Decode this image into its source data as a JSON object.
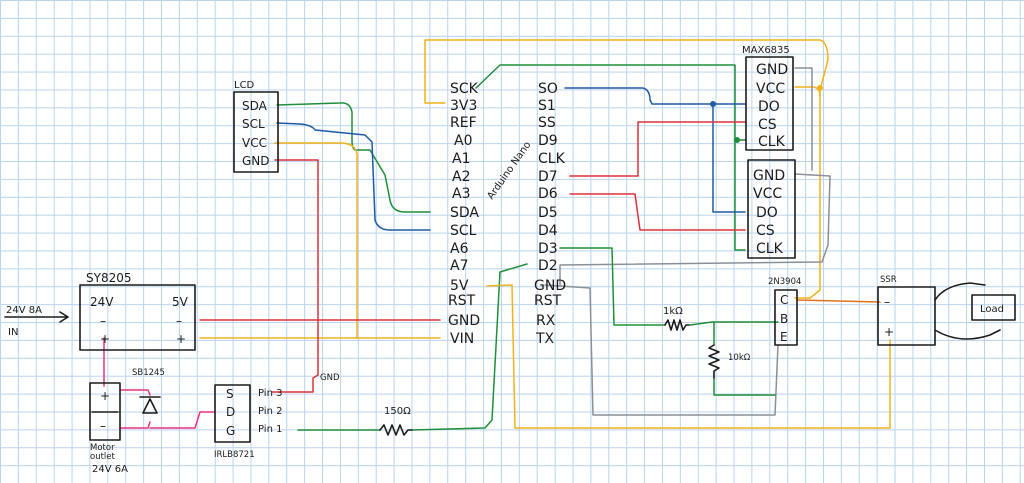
{
  "colors": {
    "ink": "#1c1c1c",
    "green": "#1f8f3a",
    "blue": "#1e5aa8",
    "red": "#e0303a",
    "yellow": "#f2b21c",
    "gray": "#8a9099",
    "orange": "#e2731c",
    "pink": "#e8337e",
    "grid": "#b9d3ef"
  },
  "arduino": {
    "name": "Arduino Nano",
    "left_pins": [
      "SCK",
      "3V3",
      "REF",
      "A0",
      "A1",
      "A2",
      "A3",
      "SDA",
      "SCL",
      "A6",
      "A7",
      "5V",
      "RST",
      "GND",
      "VIN"
    ],
    "right_pins": [
      "SO",
      "S1",
      "SS",
      "D9",
      "CLK",
      "D7",
      "D6",
      "D5",
      "D4",
      "D3",
      "D2",
      "GND",
      "RST",
      "RX",
      "TX"
    ]
  },
  "lcd": {
    "title": "LCD",
    "pins": [
      "SDA",
      "SCL",
      "VCC",
      "GND"
    ]
  },
  "max_upper": {
    "title": "MAX6835",
    "pins": [
      "GND",
      "VCC",
      "DO",
      "CS",
      "CLK"
    ]
  },
  "max_lower": {
    "pins": [
      "GND",
      "VCC",
      "DO",
      "CS",
      "CLK"
    ]
  },
  "regulator": {
    "title": "SY8205",
    "in": "24V",
    "out": "5V",
    "minus_l": "–",
    "minus_r": "–",
    "plus_l": "+",
    "plus_r": "+"
  },
  "power_in": {
    "line1": "24V 8A",
    "line2": "IN"
  },
  "motor_outlet": {
    "plus": "+",
    "minus": "–",
    "label1": "Motor",
    "label2": "outlet",
    "rating": "24V 6A"
  },
  "diode": {
    "label": "SB1245"
  },
  "mosfet": {
    "pins": [
      "S",
      "D",
      "G"
    ],
    "label": "IRLB8721",
    "pin_labels": [
      "Pin 3",
      "Pin 2",
      "Pin 1"
    ],
    "gnd_label": "GND"
  },
  "resistors": {
    "gate": "150Ω",
    "base": "1kΩ",
    "pulldown": "10kΩ"
  },
  "transistor": {
    "title": "2N3904",
    "pins": [
      "C",
      "B",
      "E"
    ]
  },
  "ssr": {
    "title": "SSR",
    "minus": "–",
    "plus": "+",
    "load": "Load"
  }
}
